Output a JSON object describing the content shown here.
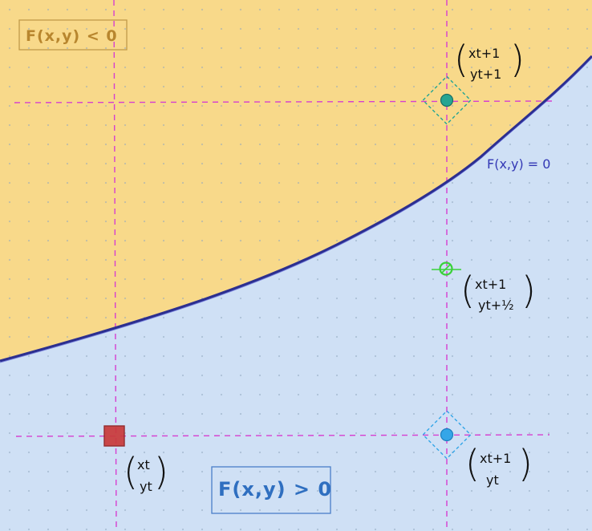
{
  "regions": {
    "negative_label": "F(x,y) < 0",
    "positive_label": "F(x,y) > 0"
  },
  "curve": {
    "label": "F(x,y) = 0"
  },
  "points": {
    "current": {
      "line1": "xt",
      "line2": "yt"
    },
    "east": {
      "line1": "xt+1",
      "line2": "yt"
    },
    "northeast": {
      "line1": "xt+1",
      "line2": "yt+1"
    },
    "midpoint": {
      "line1": "xt+1",
      "line2": "yt+½"
    }
  },
  "colors": {
    "negative_region": "#f8d98a",
    "positive_region": "#cfe0f5",
    "curve": "#2c2f8f",
    "grid_dashes": "#d63fd0",
    "current_point": "#d63a3a",
    "east_point": "#35a6e8",
    "northeast_point": "#26a592",
    "midpoint": "#3ad13a"
  }
}
